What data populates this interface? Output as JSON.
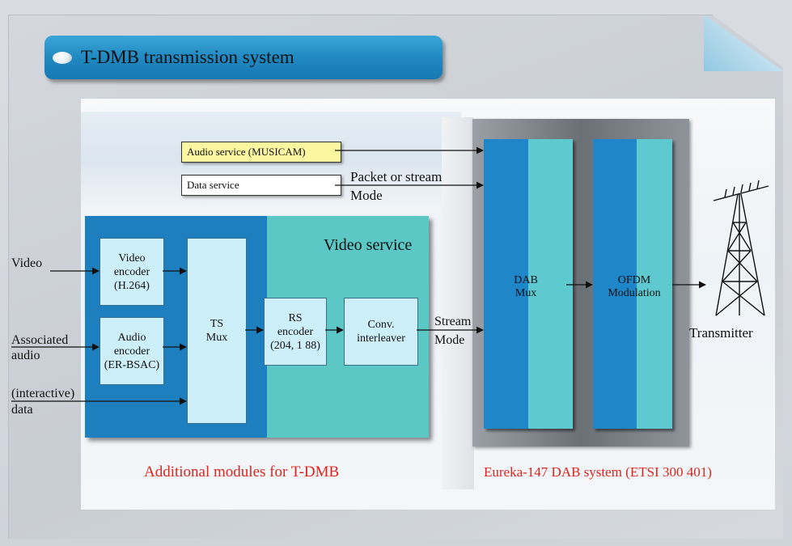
{
  "title": "T-DMB transmission system",
  "services": {
    "audio": "Audio service (MUSICAM)",
    "data": "Data service",
    "packet_label_1": "Packet or stream",
    "packet_label_2": "Mode"
  },
  "inputs": {
    "video": "Video",
    "associated_1": "Associated",
    "associated_2": "audio",
    "interactive_1": "(interactive)",
    "interactive_2": "data"
  },
  "video_service": {
    "heading": "Video service",
    "video_encoder": [
      "Video",
      "encoder",
      "(H.264)"
    ],
    "audio_encoder": [
      "Audio",
      "encoder",
      "(ER-BSAC)"
    ],
    "ts_mux": [
      "TS",
      "Mux"
    ],
    "rs_encoder": [
      "RS",
      "encoder",
      "(204, 1 88)"
    ],
    "interleaver": [
      "Conv.",
      "interleaver"
    ]
  },
  "stream_mode": [
    "Stream",
    "Mode"
  ],
  "dab": {
    "mux": [
      "DAB",
      "Mux"
    ],
    "ofdm": [
      "OFDM",
      "Modulation"
    ]
  },
  "transmitter": "Transmitter",
  "captions": {
    "additional": "Additional modules for T-DMB",
    "eureka": "Eureka-147 DAB system (ETSI 300 401)"
  },
  "colors": {
    "title_bar": "#1f87c0",
    "block_blue": "#1e86c9",
    "block_teal": "#5ec9cf",
    "box_fill": "#cdeffa",
    "audio_service_fill": "#fbf6a0",
    "caption_red": "#e0231c"
  }
}
